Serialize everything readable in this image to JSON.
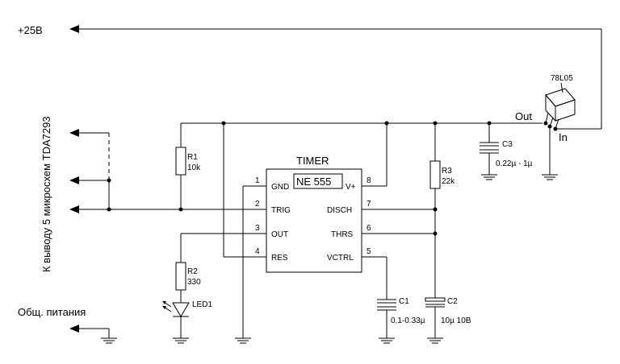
{
  "supply": {
    "label": "+25В"
  },
  "side_label": "К выводу 5 микросхем TDA7293",
  "ground_label": "Общ. питания",
  "ic": {
    "title": "TIMER",
    "part": "NE 555",
    "pins_left": [
      {
        "num": "1",
        "name": "GND"
      },
      {
        "num": "2",
        "name": "TRIG"
      },
      {
        "num": "3",
        "name": "OUT"
      },
      {
        "num": "4",
        "name": "RES"
      }
    ],
    "pins_right": [
      {
        "num": "8",
        "name": "V+"
      },
      {
        "num": "7",
        "name": "DISCH"
      },
      {
        "num": "6",
        "name": "THRS"
      },
      {
        "num": "5",
        "name": "VCTRL"
      }
    ]
  },
  "regulator": {
    "part": "78L05",
    "out_label": "Out",
    "in_label": "In"
  },
  "components": {
    "r1": {
      "ref": "R1",
      "value": "10k"
    },
    "r2": {
      "ref": "R2",
      "value": "330"
    },
    "r3": {
      "ref": "R3",
      "value": "22k"
    },
    "led1": {
      "ref": "LED1"
    },
    "c1": {
      "ref": "C1",
      "value": "0.1-0.33µ"
    },
    "c2": {
      "ref": "C2",
      "value": "10µ 10В"
    },
    "c3": {
      "ref": "C3",
      "value": "0.22µ - 1µ"
    }
  }
}
